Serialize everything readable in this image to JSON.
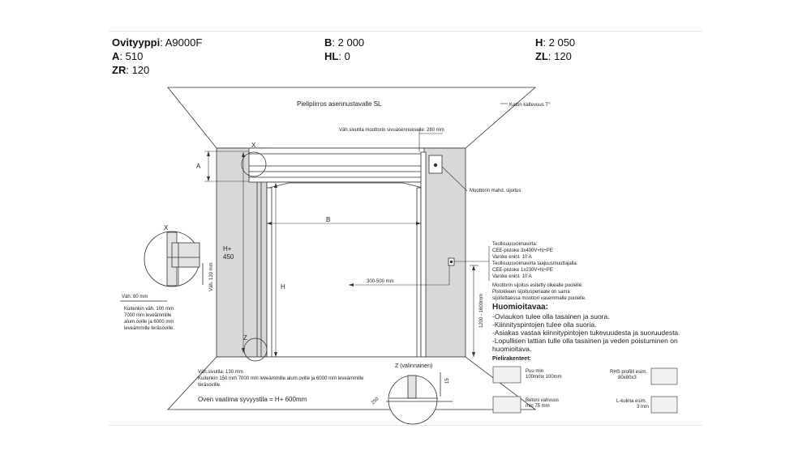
{
  "header": {
    "door_type_label": "Ovityyppi",
    "door_type_value": "A9000F",
    "b_label": "B",
    "b_value": "2 000",
    "h_label": "H",
    "h_value": "2 050",
    "a_label": "A",
    "a_value": "510",
    "hl_label": "HL",
    "hl_value": "0",
    "zl_label": "ZL",
    "zl_value": "120",
    "zr_label": "ZR",
    "zr_value": "120"
  },
  "drawing": {
    "title": "Pielipiirros asennustavalle SL",
    "roof_slope": "Katon kaltevuus T°",
    "motor_space": "Väh.sivutila moottorin sivuasennukselle: 280 mm",
    "motor_location": "Moottorin mahd. sijoitus",
    "dim_a": "A",
    "dim_b": "B",
    "dim_h": "H",
    "dim_h_plus": "H+",
    "dim_450": "450",
    "dim_300_500": "300-500 mm",
    "dim_1200_1600": "1200 - 1600mm",
    "marker_x": "X",
    "marker_z": "Z",
    "detail_x_label": "X",
    "detail_x_min_80": "Väh. 80 mm",
    "detail_x_min_120": "Väh. 120 mm",
    "detail_x_note": [
      "Kuitenkin väh. 100 mm",
      "7000 mm leveämmille",
      "alum.oville ja 6000 mm",
      "leveämmille teräsoville."
    ],
    "detail_z_label": "Z (valinnainen)",
    "detail_z_15": "15",
    "detail_z_250": "250",
    "side_space_note": [
      "Väh.sivutila: 130 mm",
      "Kuitenkin 150 mm 7000 mm leveämmille alum.oville ja 6000 mm leveämmille",
      "teräsoville."
    ],
    "depth_note": "Oven vaatima syvyystila = H+ 600mm",
    "socket_lines": [
      "Teollisuusvoimavirta:",
      "CEE-pistoke 3x400V+N+PE",
      "Varoke enint. 10 A",
      "Teollisuusvoimavirta taajuusmuuttajalla:",
      "CEE-pistoke 1x230V+N+PE",
      "Varoke enint. 10 A"
    ],
    "motor_notes": [
      "Moottorin sijoitus esitetty oikealle puolelle.",
      "Pistokkeen sijoitusperiaate on sama",
      "sijoitettaessa moottori vasemmalle puolelle."
    ],
    "notes_title": "Huomioitavaa:",
    "notes": [
      "-Oviaukon tulee olla tasainen ja suora.",
      "-Kiinnityspintojen tulee olla suoria.",
      "-Asiakas vastaa kiinnitypintojen tukevuudesta ja suoruudesta.",
      "-Lopullisen lattian tulle olla tasainen ja veden poistuminen on",
      "huomioitava."
    ],
    "jamb_title": "Pielirakenteet:",
    "jamb_wood": [
      "Puu min",
      "100mmx 100mm"
    ],
    "jamb_rhs": [
      "RHS profiili esim.",
      "80x80x3"
    ],
    "jamb_concrete": [
      "Betoni vahvuus",
      "min 75 mm"
    ],
    "jamb_lbeam": [
      "L-kulma esim.",
      "3 mm"
    ]
  }
}
